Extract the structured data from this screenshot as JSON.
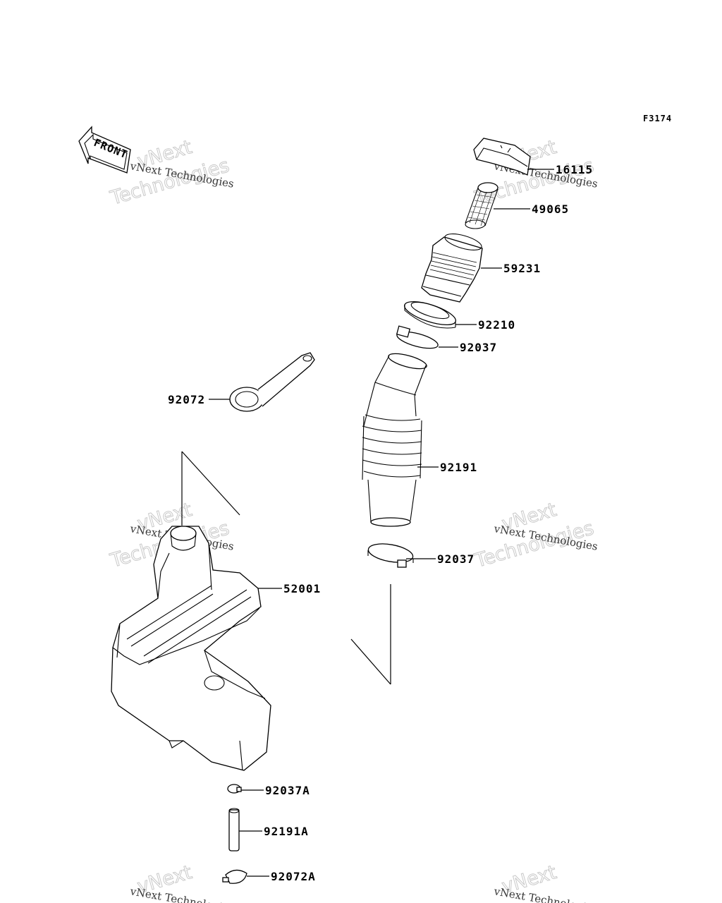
{
  "figure_code": "F3174",
  "front_label": "FRONT",
  "watermark": {
    "line1": "vNext Technologies",
    "line2": "vNext",
    "line3": "Technologies"
  },
  "parts": [
    {
      "number": "16115",
      "name": "cap"
    },
    {
      "number": "49065",
      "name": "filter-screen"
    },
    {
      "number": "59231",
      "name": "filler-neck"
    },
    {
      "number": "92210",
      "name": "nut"
    },
    {
      "number": "92037",
      "name": "upper-clamp"
    },
    {
      "number": "92072",
      "name": "band"
    },
    {
      "number": "92191",
      "name": "filler-hose"
    },
    {
      "number": "92037",
      "name": "lower-clamp"
    },
    {
      "number": "52001",
      "name": "fuel-tank"
    },
    {
      "number": "92037A",
      "name": "small-clamp"
    },
    {
      "number": "92191A",
      "name": "small-hose"
    },
    {
      "number": "92072A",
      "name": "small-band"
    }
  ]
}
